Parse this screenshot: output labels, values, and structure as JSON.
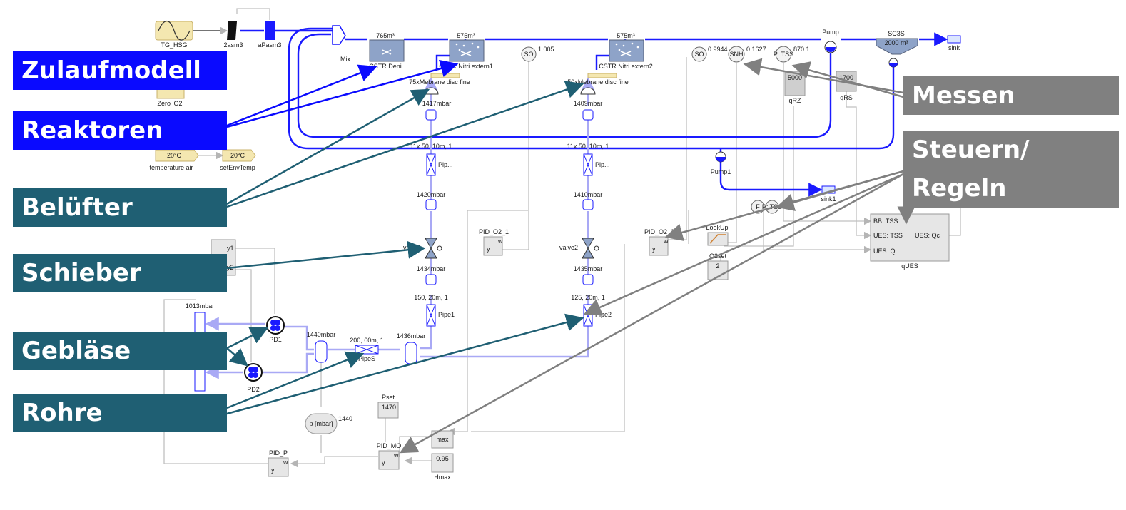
{
  "callouts": {
    "zulaufmodell": "Zulaufmodell",
    "reaktoren": "Reaktoren",
    "beluefter": "Belüfter",
    "schieber": "Schieber",
    "geblaese": "Gebläse",
    "rohre": "Rohre",
    "messen": "Messen",
    "steuern_1": "Steuern/",
    "steuern_2": "Regeln"
  },
  "blocks": {
    "tg_hsg": "TG_HSG",
    "i2asm3": "i2asm3",
    "apasm3": "aPasm3",
    "mix": "Mix",
    "zero_io2": "Zero iO2",
    "temp_air_val": "20°C",
    "temp_air": "temperature air",
    "set_env_val": "20°C",
    "set_env": "setEnvTemp",
    "cstr_deni_vol": "765m³",
    "cstr_deni": "CSTR Deni",
    "cstr1_vol": "575m³",
    "cstr1": "CSTR Nitri extern1",
    "cstr2_vol": "575m³",
    "cstr2": "CSTR Nitri extern2",
    "membrane1": "75xMebrane disc fine",
    "membrane2": "50xMebrane disc fine",
    "so1": "SO",
    "so1_val": "1.005",
    "so2": "SO",
    "so2_val": "0.9944",
    "snh": "SNH",
    "snh_val": "0.1627",
    "tss": "P: TSS",
    "tss_val": "870.1",
    "pump": "Pump",
    "sc3s": "SC3S",
    "sc3s_vol": "2000 m³",
    "sink": "sink",
    "qrz_val": "5000",
    "qrz": "qRZ",
    "qrs_val": "1700",
    "qrs": "qRS",
    "pump1": "Pump1",
    "sink1": "sink1",
    "p1417": "1417mbar",
    "p1409": "1409mbar",
    "pipe_a": "11x 50, 10m, 1",
    "pipe_b": "11x 50, 10m, 1",
    "pip_a": "Pip...",
    "pip_b": "Pip...",
    "p1420": "1420mbar",
    "p1410": "1410mbar",
    "pid_o2_1": "PID_O2_1",
    "pid_o2_2": "PID_O2_2",
    "valve1": "valve1",
    "valve2": "valve2",
    "p1434": "1434mbar",
    "p1435": "1435mbar",
    "pipe1_spec": "150, 20m, 1",
    "pipe2_spec": "125, 20m, 1",
    "pipe1": "Pipe1",
    "pipe2": "Pipe2",
    "lookup": "LookUp",
    "o2set": "O2set",
    "o2set_val": "2",
    "f_label": "F",
    "p_tss": "P: TSS",
    "bb_tss": "BB: TSS",
    "ues_tss": "UES: TSS",
    "ues_qc": "UES: Qc",
    "ues_q": "UES: Q",
    "ques": "qUES",
    "y1": "y1",
    "y2": "y2",
    "p1013": "1013mbar",
    "pd1": "PD1",
    "pd2": "PD2",
    "p1440": "1440mbar",
    "pipes_spec": "200, 60m, 1",
    "pipes": "PipeS",
    "p1436": "1436mbar",
    "pset": "Pset",
    "pset_val": "1470",
    "p_mbar": "p [mbar]",
    "p_val": "1440",
    "pid_p": "PID_P",
    "pid_mo": "PID_MO",
    "max": "max",
    "hmax_val": "0.95",
    "hmax": "Hmax"
  },
  "colors": {
    "callout_blue": "#0a0aff",
    "callout_teal": "#1f5f73",
    "callout_gray": "#808080",
    "water_line": "#1a1aff",
    "air_line": "#a9a9f5",
    "signal_line": "#c0c0c0"
  }
}
